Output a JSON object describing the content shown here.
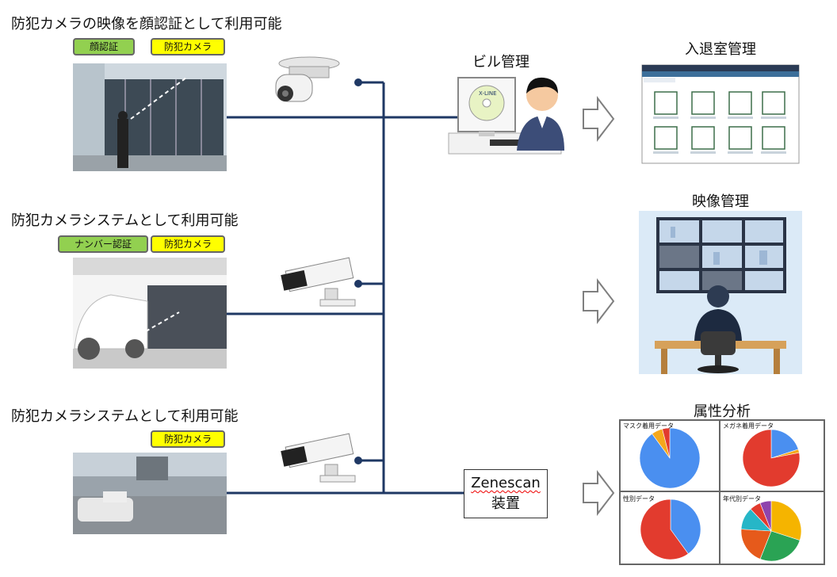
{
  "left": {
    "row1": {
      "heading": "防犯カメラの映像を顔認証として利用可能",
      "tags": [
        "顔認証",
        "防犯カメラ"
      ]
    },
    "row2": {
      "heading": "防犯カメラシステムとして利用可能",
      "tags": [
        "ナンバー認証",
        "防犯カメラ"
      ]
    },
    "row3": {
      "heading": "防犯カメラシステムとして利用可能",
      "tags": [
        "防犯カメラ"
      ]
    }
  },
  "center": {
    "building_label": "ビル管理",
    "zenescan_line1": "Zenescan",
    "zenescan_line2": "装置"
  },
  "right": {
    "access": {
      "heading": "入退室管理"
    },
    "video": {
      "heading": "映像管理"
    },
    "attr": {
      "heading": "属性分析",
      "panels": [
        {
          "title": "マスク着用データ"
        },
        {
          "title": "メガネ着用データ"
        },
        {
          "title": "性別データ"
        },
        {
          "title": "年代別データ"
        }
      ]
    }
  },
  "colors": {
    "wire": "#1f3864",
    "tag_green": "#92d050",
    "tag_yellow": "#ffff00",
    "arrow": "#7f7f7f"
  }
}
